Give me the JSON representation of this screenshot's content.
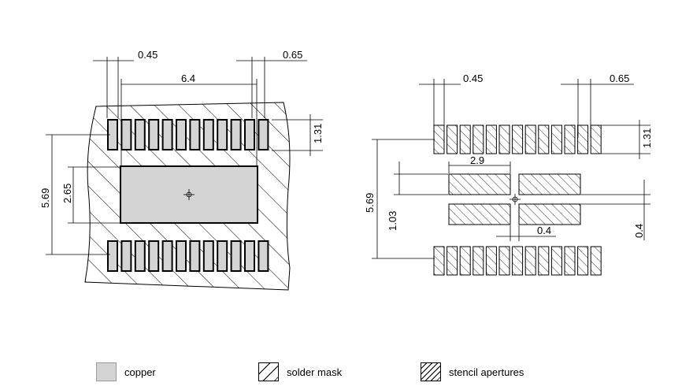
{
  "left_view": {
    "dim_pad_width": "0.45",
    "dim_pitch": "0.65",
    "dim_span": "6.4",
    "dim_pad_height": "1.31",
    "dim_pad_to_pad": "5.69",
    "dim_thermal_pad": "2.65"
  },
  "right_view": {
    "dim_pad_width": "0.45",
    "dim_pitch": "0.65",
    "dim_pad_height": "1.31",
    "dim_pad_to_pad": "5.69",
    "dim_aperture_width": "2.9",
    "dim_aperture_height": "1.03",
    "dim_gap_h": "0.4",
    "dim_gap_v": "0.4"
  },
  "legend": [
    {
      "label": "copper"
    },
    {
      "label": "solder mask"
    },
    {
      "label": "stencil apertures"
    }
  ],
  "colors": {
    "copper": "#d4d4d4",
    "line": "#000000"
  }
}
